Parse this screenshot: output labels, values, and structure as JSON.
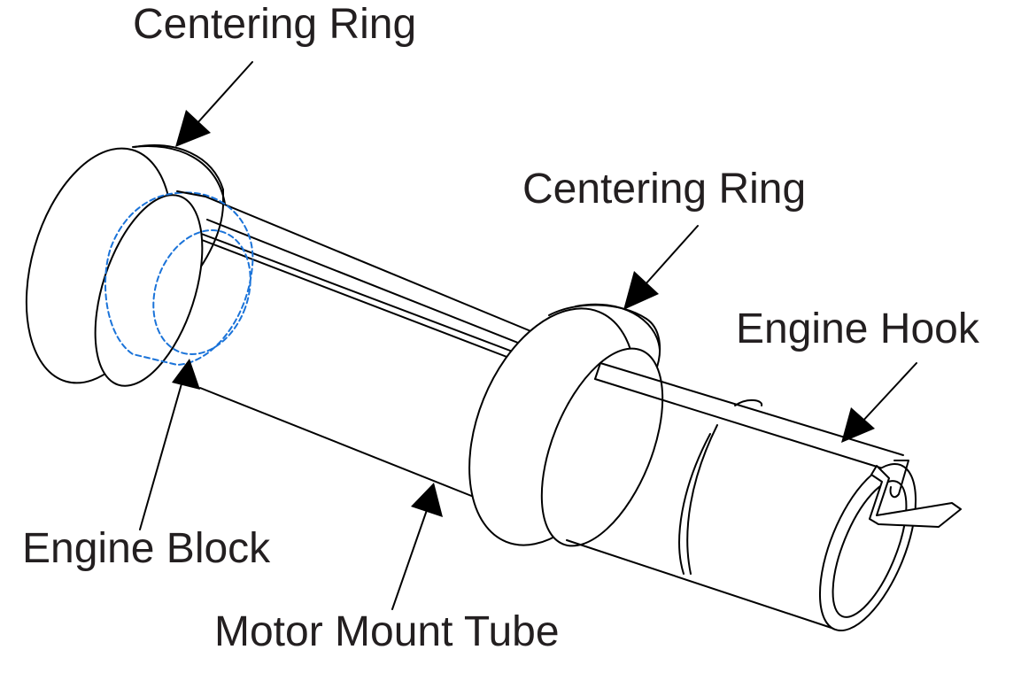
{
  "labels": {
    "centering_ring_left": "Centering Ring",
    "centering_ring_right": "Centering Ring",
    "engine_hook": "Engine Hook",
    "engine_block": "Engine Block",
    "motor_mount_tube": "Motor Mount Tube"
  },
  "colors": {
    "line": "#000000",
    "text": "#231f20",
    "hidden_engine_block": "#1a73d9",
    "background": "#ffffff"
  }
}
